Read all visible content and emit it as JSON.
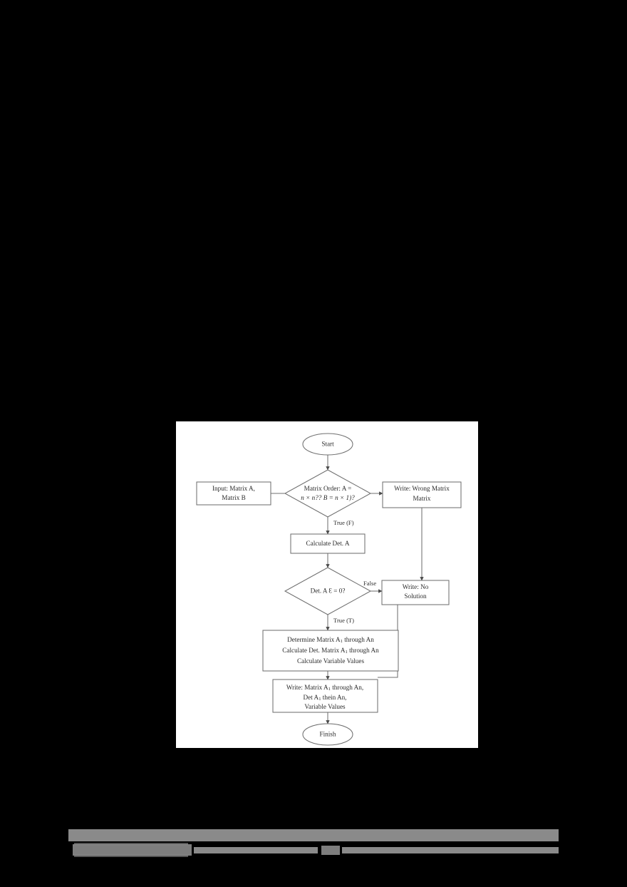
{
  "page": {
    "background_color": "#000000",
    "figure_background_color": "#ffffff"
  },
  "figure": {
    "name": "flowchart-cramer-matrix-solver",
    "stroke_color": "#6f6f6f",
    "text_color": "#2b2b2b",
    "nodes": {
      "start": {
        "label": "Start",
        "shape": "ellipse"
      },
      "input": {
        "line1": "Input: Matrix A,",
        "line2": "Matrix B",
        "shape": "process"
      },
      "decision_order": {
        "line1": "Matrix Order: A =",
        "line2": "n × n?? B = n × 1)?",
        "shape": "decision"
      },
      "wrong_matrix": {
        "line1": "Write: Wrong Matrix",
        "line2": "Matrix",
        "shape": "process"
      },
      "calc_det_a": {
        "label": "Calculate Det. A",
        "shape": "process"
      },
      "decision_det": {
        "label": "Det. A Ɛ = 0?",
        "shape": "decision"
      },
      "no_solution": {
        "line1": "Write: No",
        "line2": "Solution",
        "shape": "process"
      },
      "determine": {
        "line1_a": "Determine Matrix A",
        "line1_sub": "1",
        "line1_b": " through An",
        "line2_a": "Calculate Det. Matrix A",
        "line2_sub": "1",
        "line2_b": " through An",
        "line3": "Calculate Variable Values",
        "shape": "process"
      },
      "write_matrix": {
        "line1_a": "Write: Matrix A",
        "line1_sub": "1",
        "line1_b": " through An,",
        "line2_a": "Det A",
        "line2_sub": "1",
        "line2_b": " thein An,",
        "line3": "Variable Values",
        "shape": "process"
      },
      "finish": {
        "label": "Finish",
        "shape": "ellipse"
      }
    },
    "edge_labels": {
      "order_true": "True (F)",
      "det_false": "False",
      "det_true": "True (T)"
    }
  },
  "footer": {
    "redacted": true,
    "description": "illegible grey redaction bands"
  }
}
